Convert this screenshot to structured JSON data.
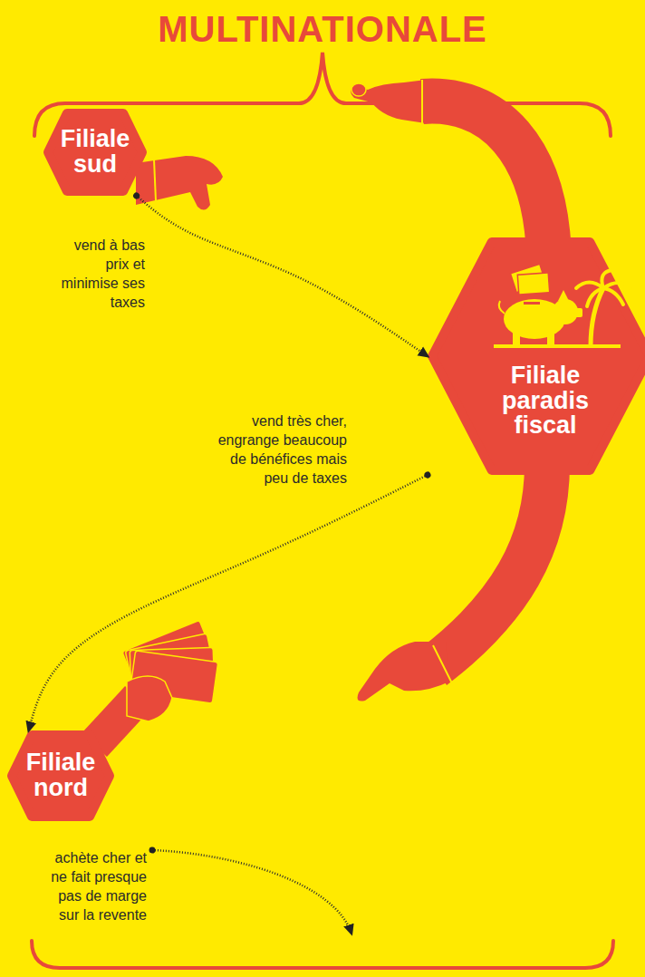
{
  "diagram": {
    "title": "MULTINATIONALE",
    "nodes": [
      {
        "text": [
          "Filiale sud",
          "vend à bas prix et minimise ses taxes"
        ]
      },
      {
        "text": [
          "Filiale paradis fiscal",
          "vend très cher, engrange beaucoup de bénéfices mais peu de taxes"
        ]
      },
      {
        "text": [
          "Filiale nord",
          "achète cher et ne fait presque pas de marge sur la revente"
        ]
      }
    ],
    "edges": [
      {
        "from": 0,
        "to": 1,
        "arrow": "to"
      },
      {
        "from": 1,
        "to": 2,
        "arrow": "to"
      }
    ]
  }
}
